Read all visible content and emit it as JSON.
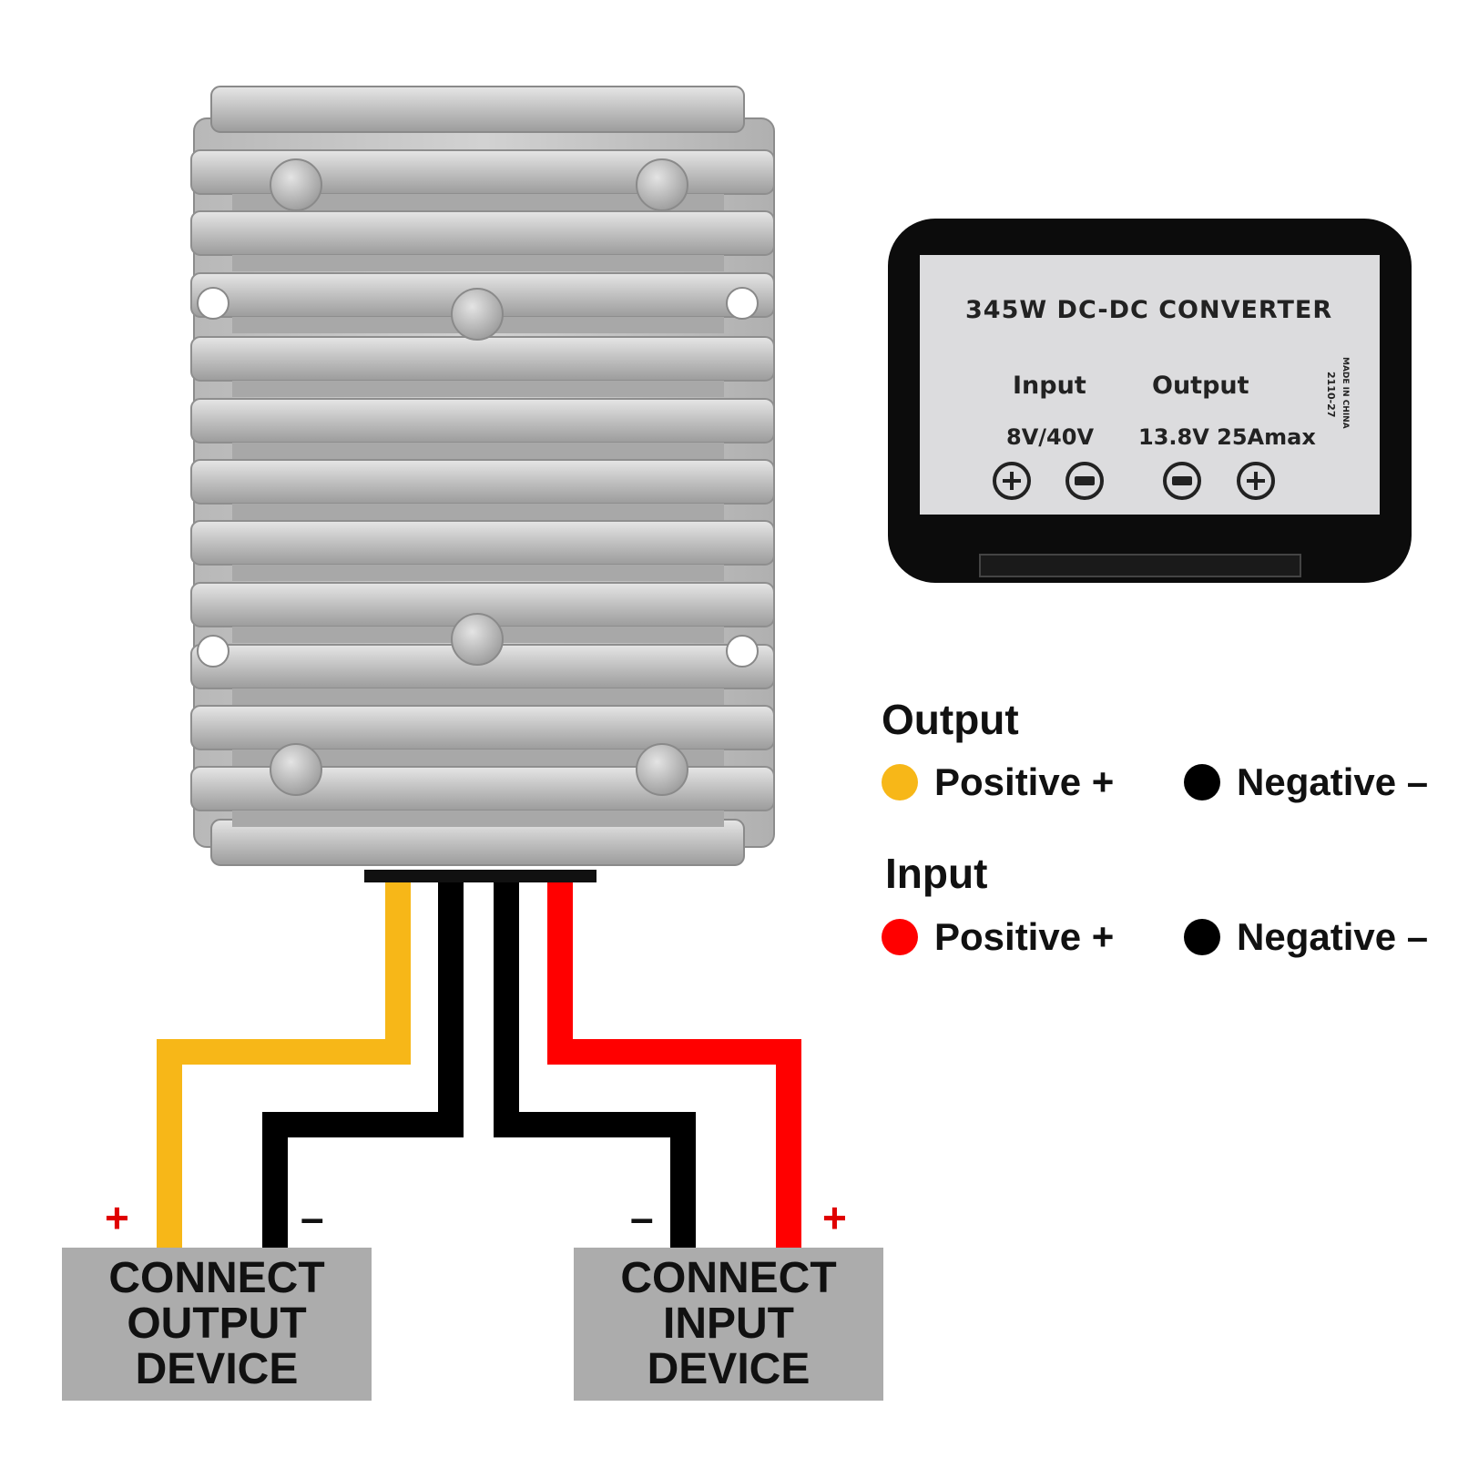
{
  "plate": {
    "title": "345W DC-DC CONVERTER",
    "input_label": "Input",
    "output_label": "Output",
    "input_value": "8V/40V",
    "output_value": "13.8V 25Amax",
    "side_code": "2110-27",
    "side_origin": "MADE IN CHINA"
  },
  "legend": {
    "output": {
      "title": "Output",
      "positive": "Positive +",
      "negative": "Negative –",
      "positive_color": "#f7b718",
      "negative_color": "#000000"
    },
    "input": {
      "title": "Input",
      "positive": "Positive +",
      "negative": "Negative –",
      "positive_color": "#ff0000",
      "negative_color": "#000000"
    }
  },
  "wires": {
    "output_positive_color": "#f7b718",
    "negative_color": "#000000",
    "input_positive_color": "#ff0000"
  },
  "devices": {
    "output": {
      "label": "CONNECT\nOUTPUT\nDEVICE",
      "plus": "+",
      "minus": "–"
    },
    "input": {
      "label": "CONNECT\nINPUT\nDEVICE",
      "plus": "+",
      "minus": "–"
    }
  }
}
